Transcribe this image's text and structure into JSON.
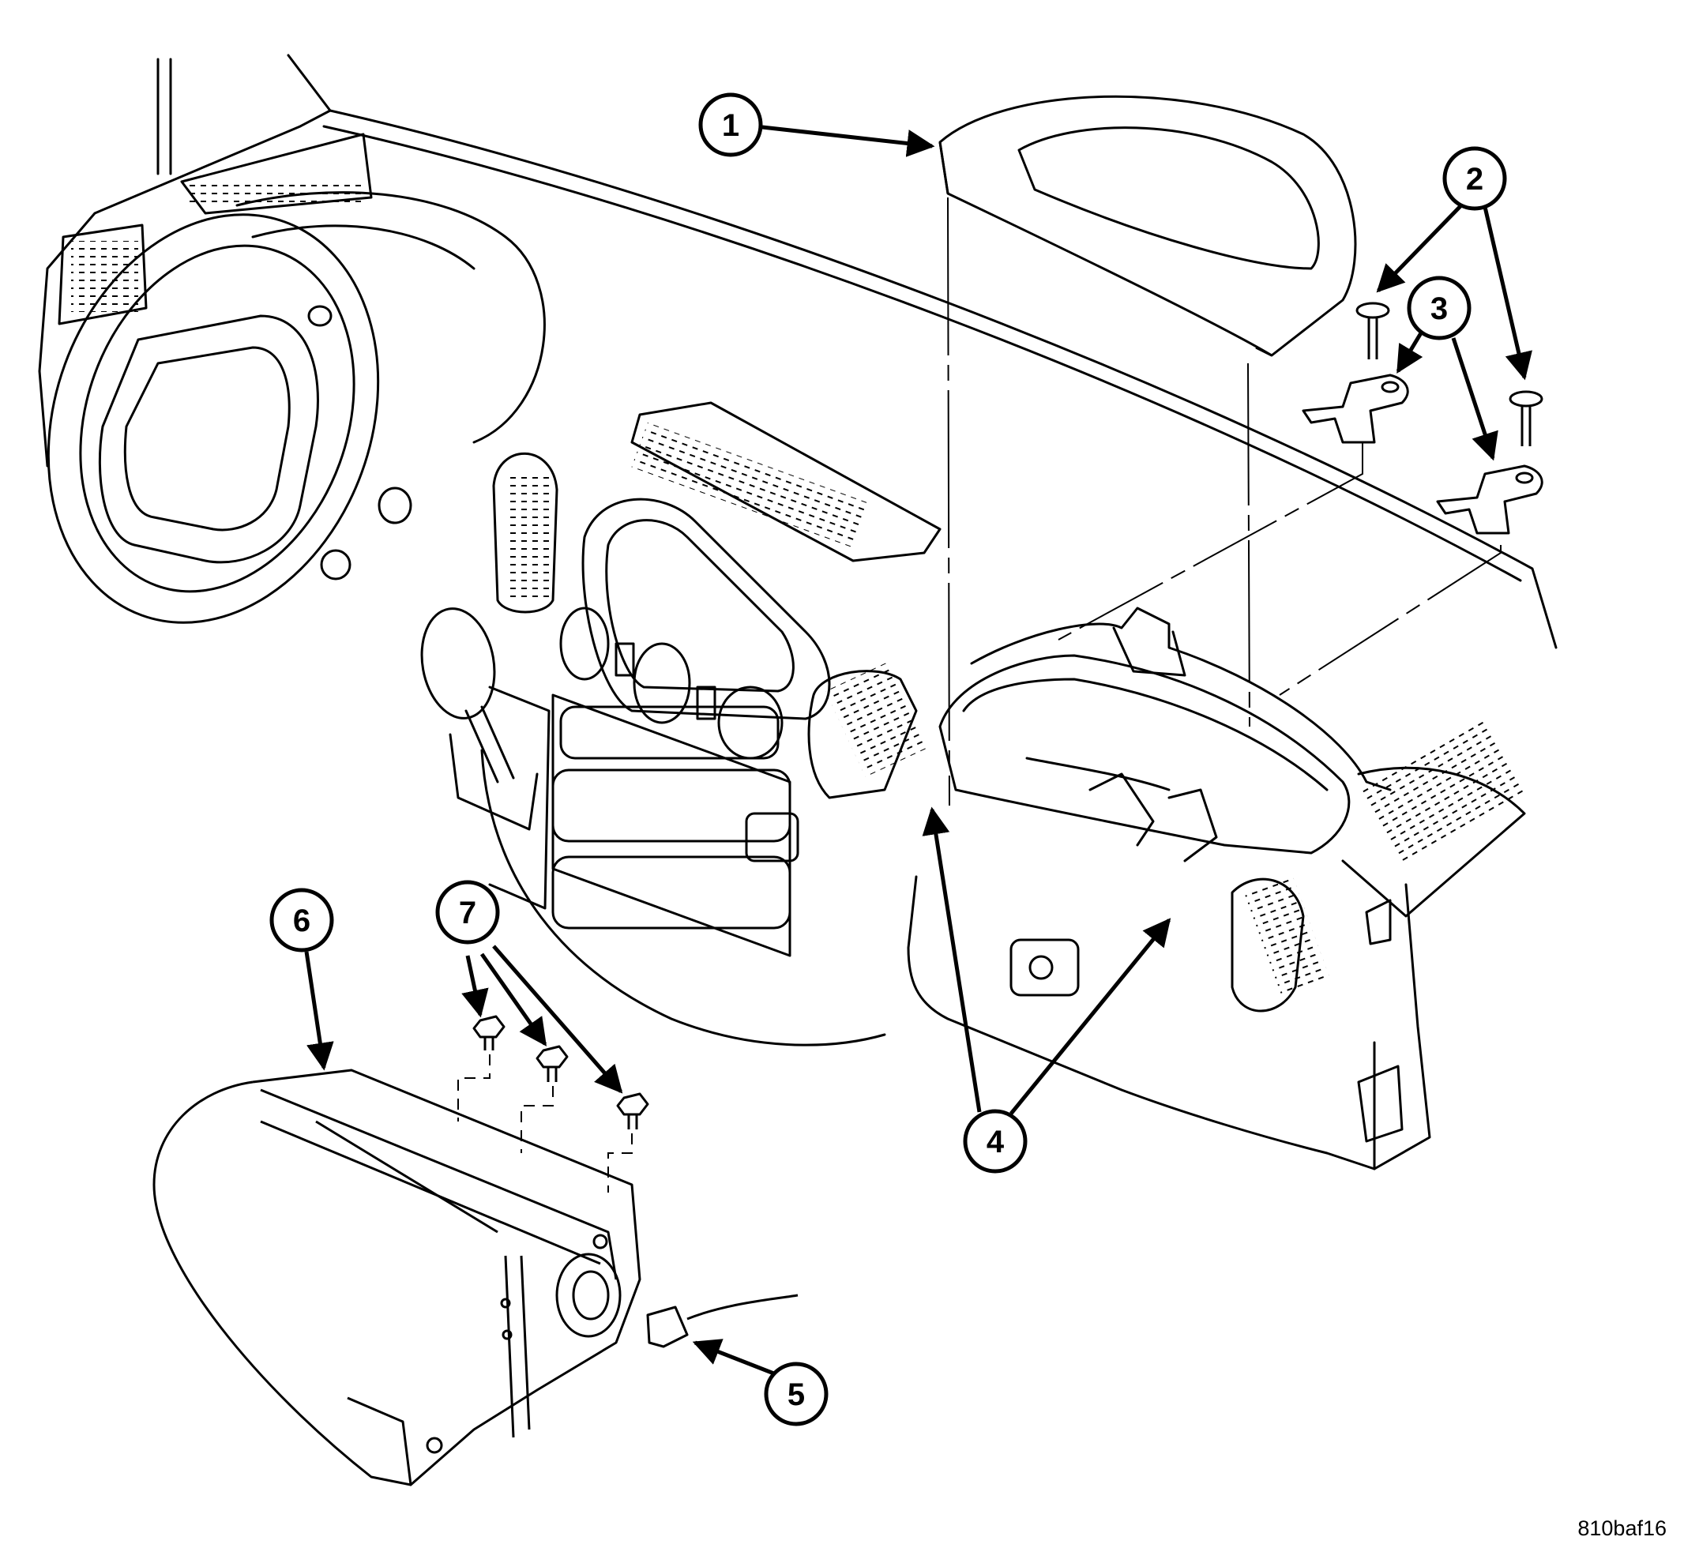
{
  "callouts": {
    "c1": "1",
    "c2": "2",
    "c3": "3",
    "c4": "4",
    "c5": "5",
    "c6": "6",
    "c7": "7"
  },
  "figure_code": "810baf16"
}
